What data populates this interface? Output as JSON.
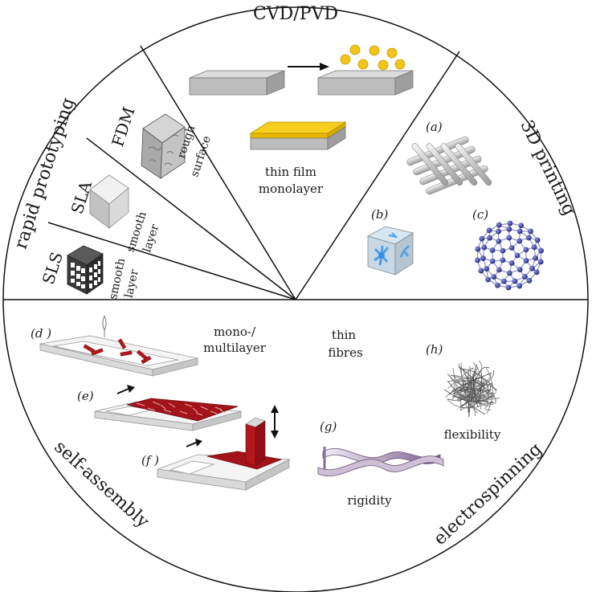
{
  "sectors": {
    "cvd": "CVD/PVD",
    "printing": "3D printing",
    "electrospinning": "electrospinning",
    "self_assembly": "self-assembly",
    "rapid": "rapid prototyping"
  },
  "cvd": {
    "film1": "thin film",
    "film2": "monolayer"
  },
  "rapid": {
    "fdm": "FDM",
    "sla": "SLA",
    "sls": "SLS",
    "fdm_note1": "rough",
    "fdm_note2": "surface",
    "sla_note1": "smooth",
    "sla_note2": "layer",
    "sls_note1": "smooth",
    "sls_note2": "layer"
  },
  "printing": {
    "a": "(a)",
    "b": "(b)",
    "c": "(c)"
  },
  "self_assembly": {
    "d": "(d )",
    "e": "(e)",
    "f": "(f )",
    "mono1": "mono-/",
    "mono2": "multilayer"
  },
  "electro": {
    "thin": "thin",
    "fibres": "fibres",
    "h": "(h)",
    "flex": "flexibility",
    "g": "(g)",
    "rigid": "rigidity"
  },
  "colors": {
    "gold": "#f0c419",
    "blue_node": "#2a2f8a",
    "sky": "#5aa8e8",
    "red": "#b5161b",
    "purple": "#8a6f96"
  }
}
